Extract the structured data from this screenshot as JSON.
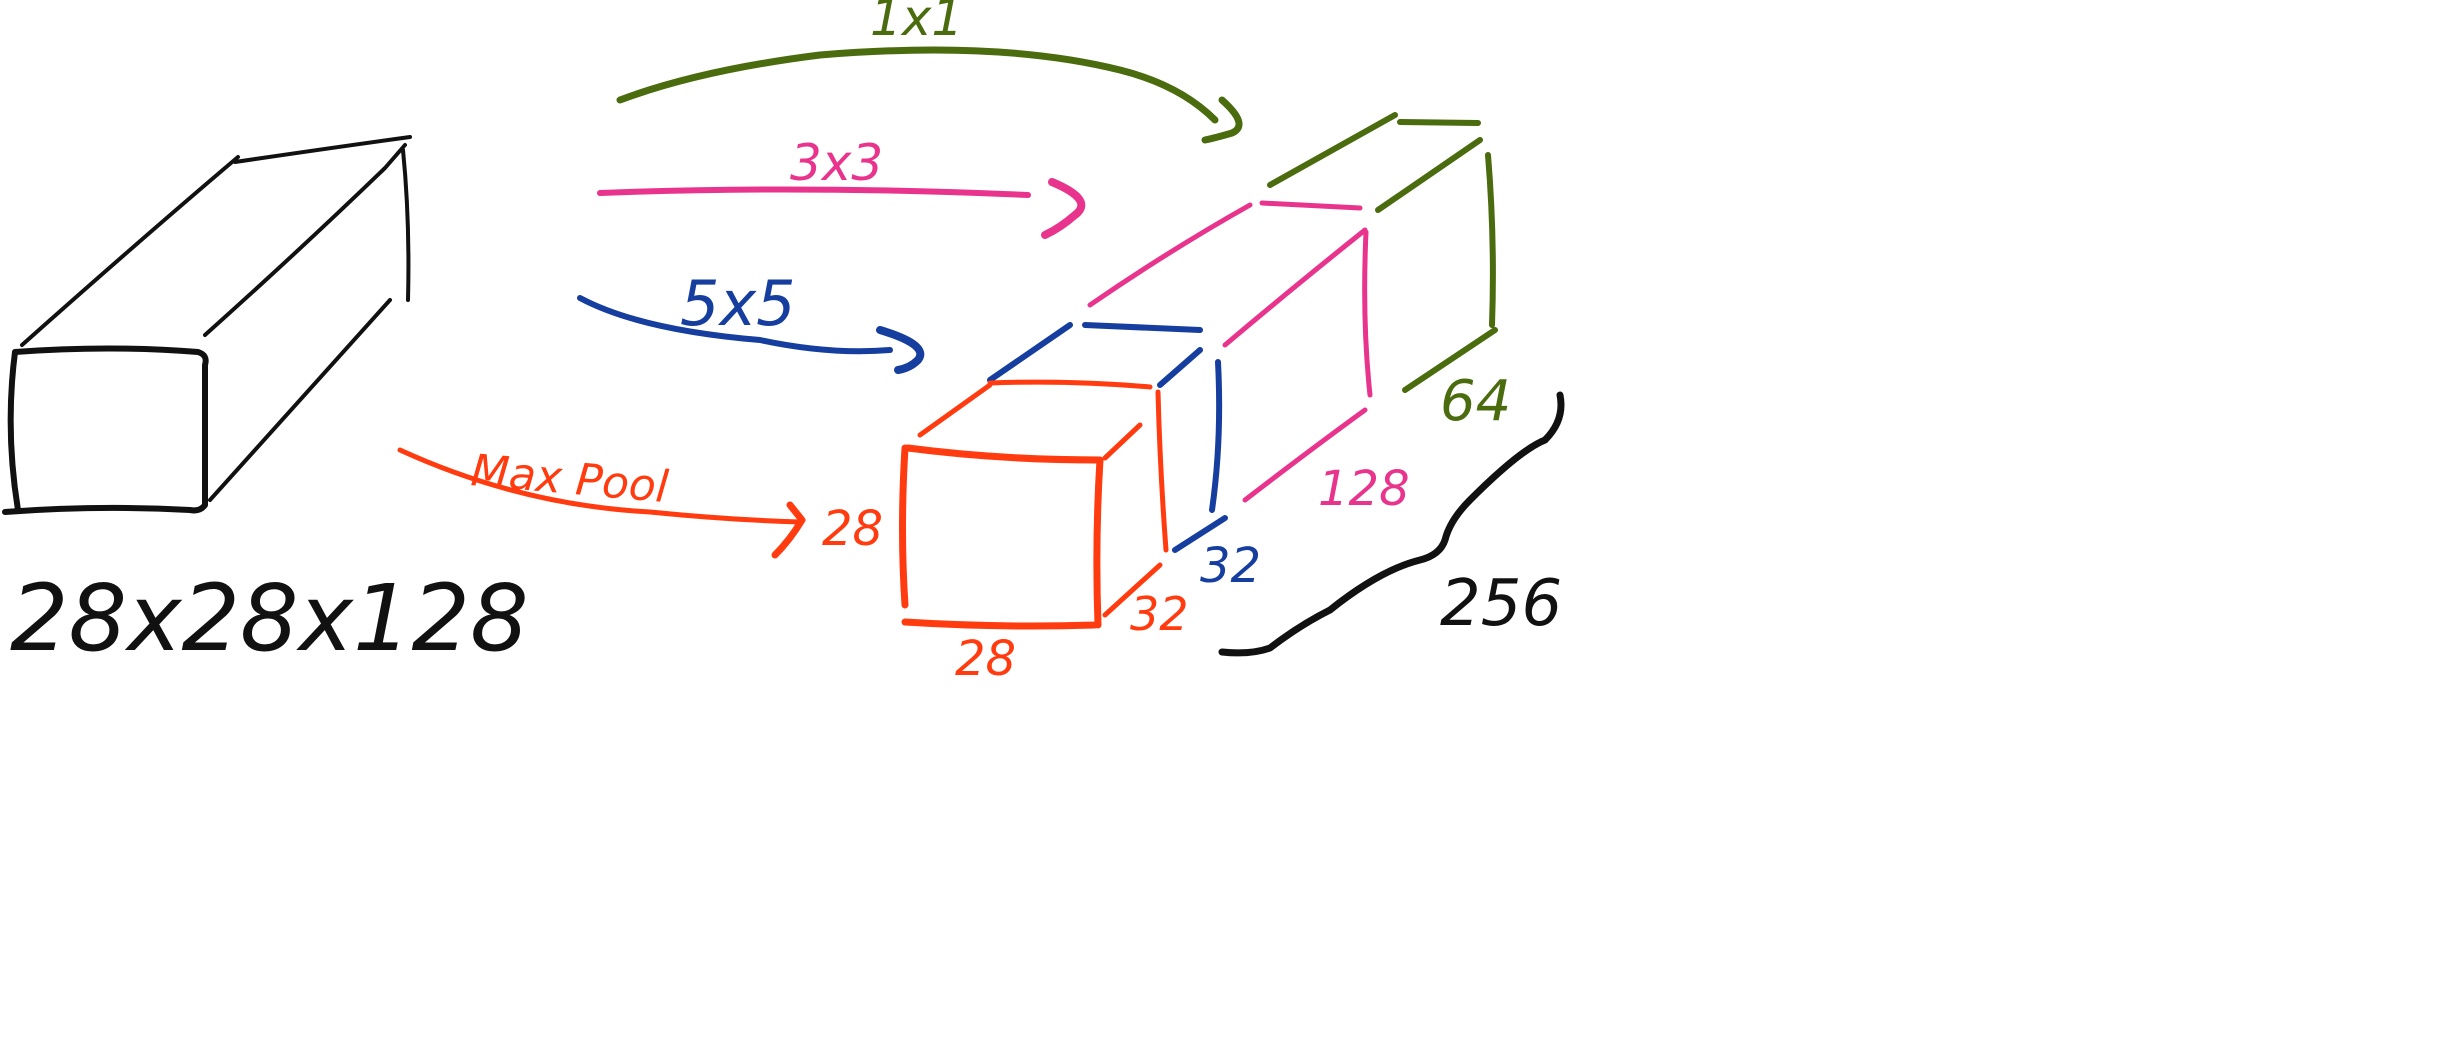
{
  "colors": {
    "input": "#111111",
    "conv1x1": "#4a6b0e",
    "conv3x3": "#e8348c",
    "conv5x5": "#163e9e",
    "maxpool": "#ff3b0f"
  },
  "input_block": {
    "label": "28x28x128"
  },
  "branches": [
    {
      "label": "1x1",
      "depth": "64"
    },
    {
      "label": "3x3",
      "depth": "128"
    },
    {
      "label": "5x5",
      "depth": "32"
    },
    {
      "label": "Max Pool",
      "depth": "32",
      "height": "28",
      "width": "28"
    }
  ],
  "output": {
    "total_depth": "256"
  }
}
